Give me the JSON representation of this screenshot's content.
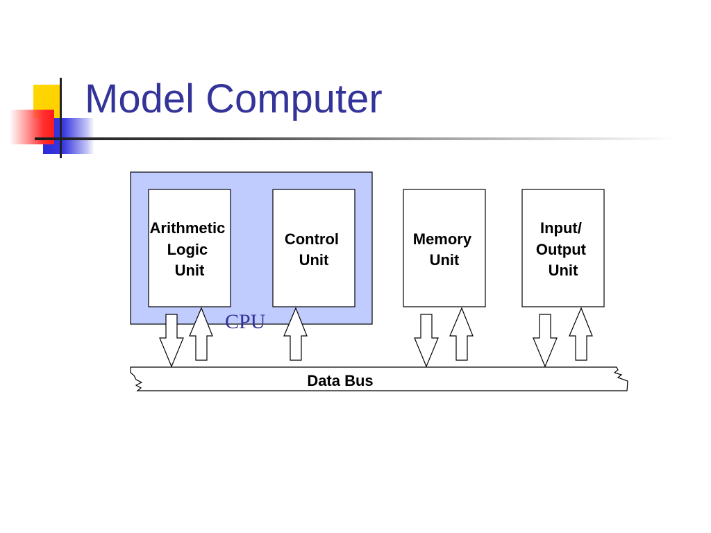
{
  "slide": {
    "title": "Model Computer"
  },
  "diagram": {
    "cpu_label": "CPU",
    "units": [
      {
        "id": "alu",
        "lines": [
          "Arithmetic",
          "Logic",
          "Unit"
        ]
      },
      {
        "id": "control",
        "lines": [
          "Control",
          "Unit"
        ]
      },
      {
        "id": "memory",
        "lines": [
          "Memory",
          "Unit"
        ]
      },
      {
        "id": "io",
        "lines": [
          "Input/",
          "Output",
          "Unit"
        ]
      }
    ],
    "bus_label": "Data Bus"
  },
  "colors": {
    "title": "#333399",
    "cpu_fill": "#c0ccfe",
    "cpu_label": "#333399"
  }
}
